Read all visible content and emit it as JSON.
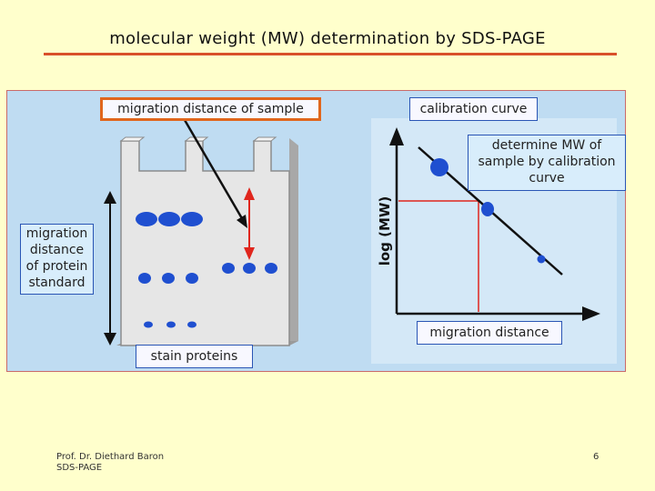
{
  "slide": {
    "title": "molecular weight (MW) determination by SDS-PAGE",
    "footer_author": "Prof. Dr. Diethard Baron",
    "footer_topic": "SDS-PAGE",
    "page_number": "6"
  },
  "diagram": {
    "labels": {
      "migration_sample": "migration distance of sample",
      "calibration_curve": "calibration curve",
      "determine_mw": "determine MW of sample by calibration curve",
      "migration_standard": "migration distance of protein standard",
      "stain_proteins": "stain proteins",
      "migration_distance_axis": "migration distance",
      "y_axis": "log (MW)"
    },
    "colors": {
      "background": "#FFFFCC",
      "panel_background": "#BFDCF2",
      "gel": "#E6E6E6",
      "band": "#1F4FD0",
      "arrow_red": "#E0261D",
      "accent": "#D9502A",
      "axis": "#111111",
      "callout_border_orange": "#E0661D",
      "callout_border_blue": "#2A55B5"
    }
  }
}
